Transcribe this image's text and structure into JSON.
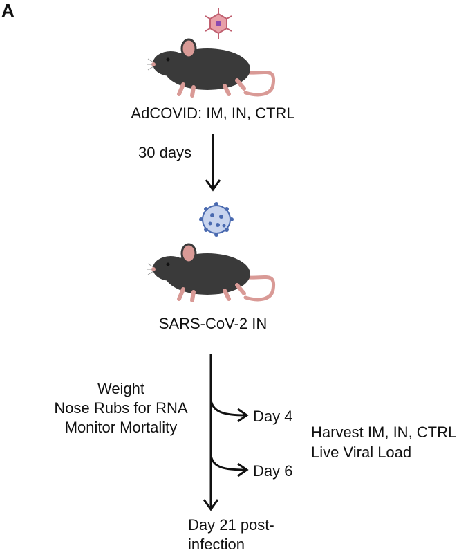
{
  "panel_label": "A",
  "step1": {
    "label": "AdCOVID: IM, IN, CTRL"
  },
  "interval": {
    "label": "30 days"
  },
  "step2": {
    "label": "SARS-CoV-2 IN"
  },
  "monitoring": {
    "lines": [
      "Weight",
      "Nose Rubs for RNA",
      "Monitor Mortality"
    ]
  },
  "timepoints": {
    "day4": "Day 4",
    "day6": "Day 6",
    "end_line1": "Day 21 post-",
    "end_line2": "infection"
  },
  "harvest": {
    "lines": [
      "Harvest IM, IN, CTRL",
      "Live Viral Load"
    ]
  },
  "colors": {
    "mouse_body": "#3a3a3a",
    "mouse_pink": "#d99a96",
    "adenovirus": "#d97d86",
    "coronavirus": "#4a6ab0"
  }
}
